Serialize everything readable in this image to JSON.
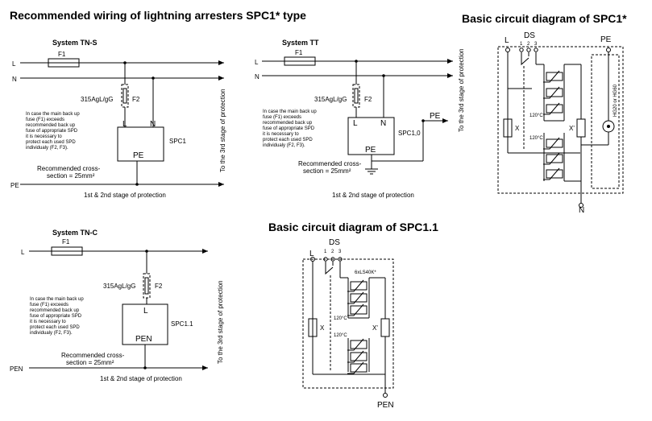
{
  "titles": {
    "main": "Recommended wiring of lightning arresters SPC1* type",
    "spc1_circuit": "Basic circuit diagram of SPC1*",
    "spc11_circuit": "Basic circuit diagram of SPC1.1"
  },
  "common": {
    "fuse_f1": "F1",
    "fuse_f2": "F2",
    "fuse_rating": "315AgL/gG",
    "note_lines": [
      "In case the main back up",
      "fuse (F1) exceeds",
      "recommended back up",
      "fuse of appropriate SPD",
      "it is necessary to",
      "protect each used SPD",
      "individualy (F2, F3)."
    ],
    "cross_section_1": "Recommended cross-",
    "cross_section_2": "section = 25mm²",
    "stage12": "1st & 2nd stage of protection",
    "stage3": "To the 3rd stage of protection"
  },
  "tns": {
    "title": "System TN-S",
    "line_l": "L",
    "line_n": "N",
    "line_pe": "PE",
    "term_l": "L",
    "term_n": "N",
    "box_pe": "PE",
    "device": "SPC1"
  },
  "tt": {
    "title": "System TT",
    "line_l": "L",
    "line_n": "N",
    "term_l": "L",
    "term_n": "N",
    "box_pe": "PE",
    "device": "SPC1,0",
    "pe_label": "PE"
  },
  "tnc": {
    "title": "System TN-C",
    "line_l": "L",
    "line_pen": "PEN",
    "term_l": "L",
    "box_pen": "PEN",
    "device": "SPC1.1"
  },
  "spc1": {
    "l": "L",
    "ds": "DS",
    "ds_nums": [
      "1",
      "2",
      "3"
    ],
    "pe": "PE",
    "n": "N",
    "x": "X",
    "x2": "X'",
    "temp1": "120°C",
    "temp2": "120°C",
    "hg": "HG20 or HG60"
  },
  "spc11": {
    "l": "L",
    "ds": "DS",
    "ds_nums": [
      "1",
      "2",
      "3"
    ],
    "pen": "PEN",
    "x": "X",
    "x2": "X'",
    "varistor": "6xLS40K*",
    "temp1": "120°C",
    "temp2": "120°C"
  }
}
